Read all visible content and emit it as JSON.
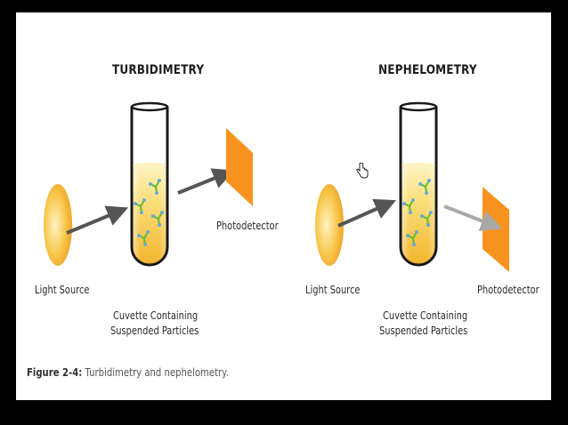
{
  "panels": {
    "left": {
      "title": "TURBIDIMETRY",
      "light_source_label": "Light Source",
      "photodetector_label": "Photodetector",
      "cuvette_label_line1": "Cuvette Containing",
      "cuvette_label_line2": "Suspended Particles"
    },
    "right": {
      "title": "NEPHELOMETRY",
      "light_source_label": "Light Source",
      "photodetector_label": "Photodetector",
      "cuvette_label_line1": "Cuvette Containing",
      "cuvette_label_line2": "Suspended Particles"
    }
  },
  "caption": {
    "prefix": "Figure 2-4:",
    "text": " Turbidimetry and nephelometry."
  },
  "colors": {
    "background": "#000000",
    "slide": "#ffffff",
    "liquid": "#f6d24a",
    "detector": "#f7931e",
    "arrow": "#555555",
    "scatter_arrow": "#a8a8a8",
    "particle_green": "#6bbf3a",
    "particle_blue": "#6aa9d8"
  },
  "icons": {
    "cursor": "pointer-hand-icon"
  }
}
